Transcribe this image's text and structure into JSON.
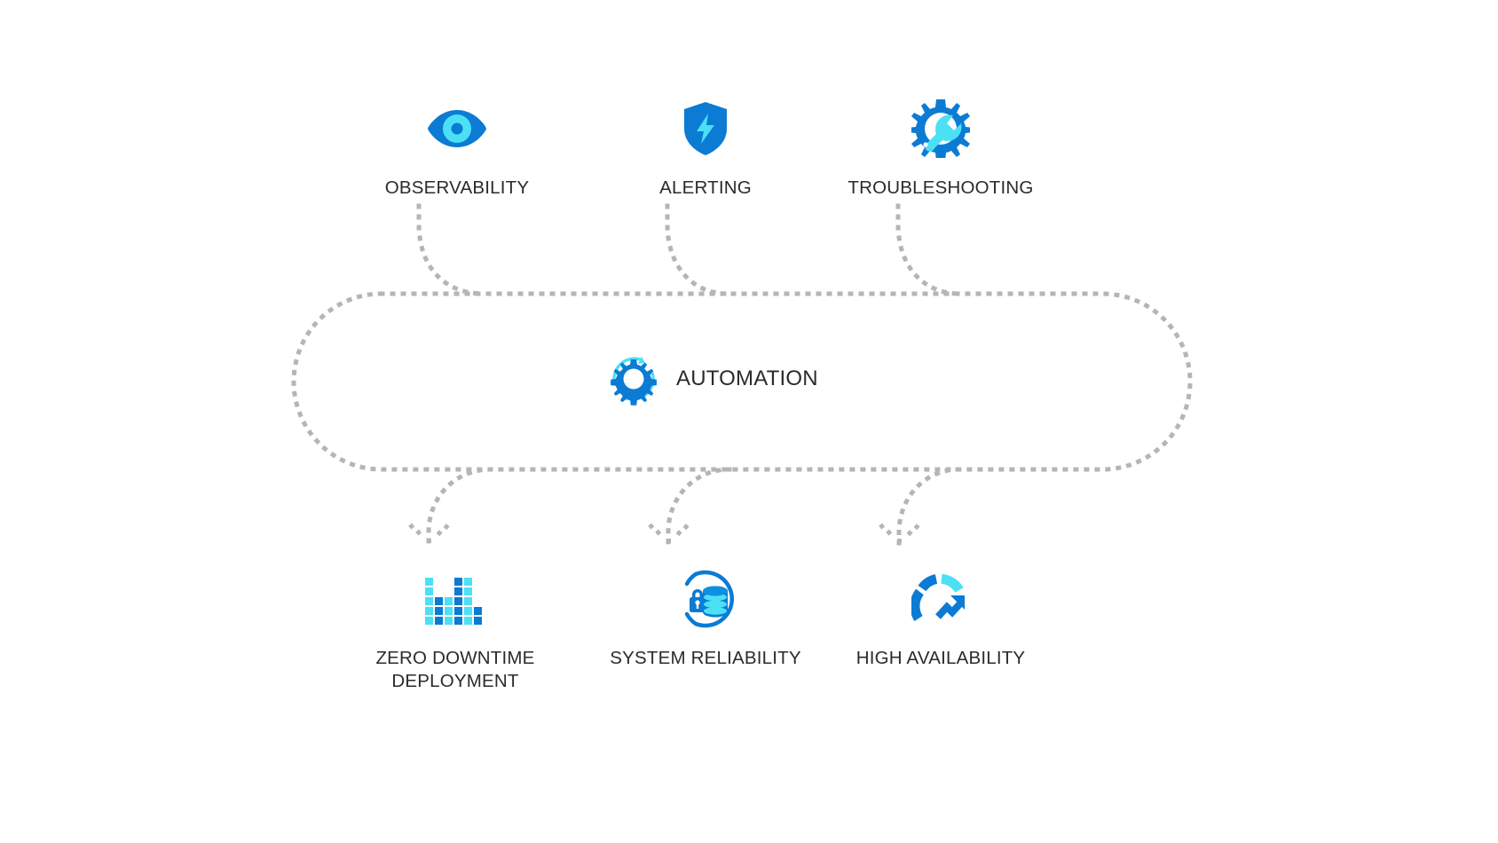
{
  "diagram": {
    "title": "Automation-centered reliability diagram",
    "colors": {
      "blue": "#0b7bd4",
      "blue_dark": "#0a6fc2",
      "cyan": "#4ce0f5",
      "cyan_light": "#6fe8fa",
      "text": "#2b2b2b",
      "dotted_line": "#b5b5b5",
      "background": "#ffffff"
    },
    "center": {
      "label": "AUTOMATION",
      "icon": "automation-gear-refresh-icon"
    },
    "inputs": [
      {
        "id": "observability",
        "label": "OBSERVABILITY",
        "icon": "eye-icon"
      },
      {
        "id": "alerting",
        "label": "ALERTING",
        "icon": "shield-bolt-icon"
      },
      {
        "id": "troubleshooting",
        "label": "TROUBLESHOOTING",
        "icon": "gear-wrench-icon"
      }
    ],
    "outputs": [
      {
        "id": "zero-downtime",
        "label": "ZERO DOWNTIME\nDEPLOYMENT",
        "icon": "pixel-bar-chart-icon"
      },
      {
        "id": "system-reliability",
        "label": "SYSTEM RELIABILITY",
        "icon": "database-lock-circle-icon"
      },
      {
        "id": "high-availability",
        "label": "HIGH AVAILABILITY",
        "icon": "gauge-trend-up-icon"
      }
    ]
  }
}
